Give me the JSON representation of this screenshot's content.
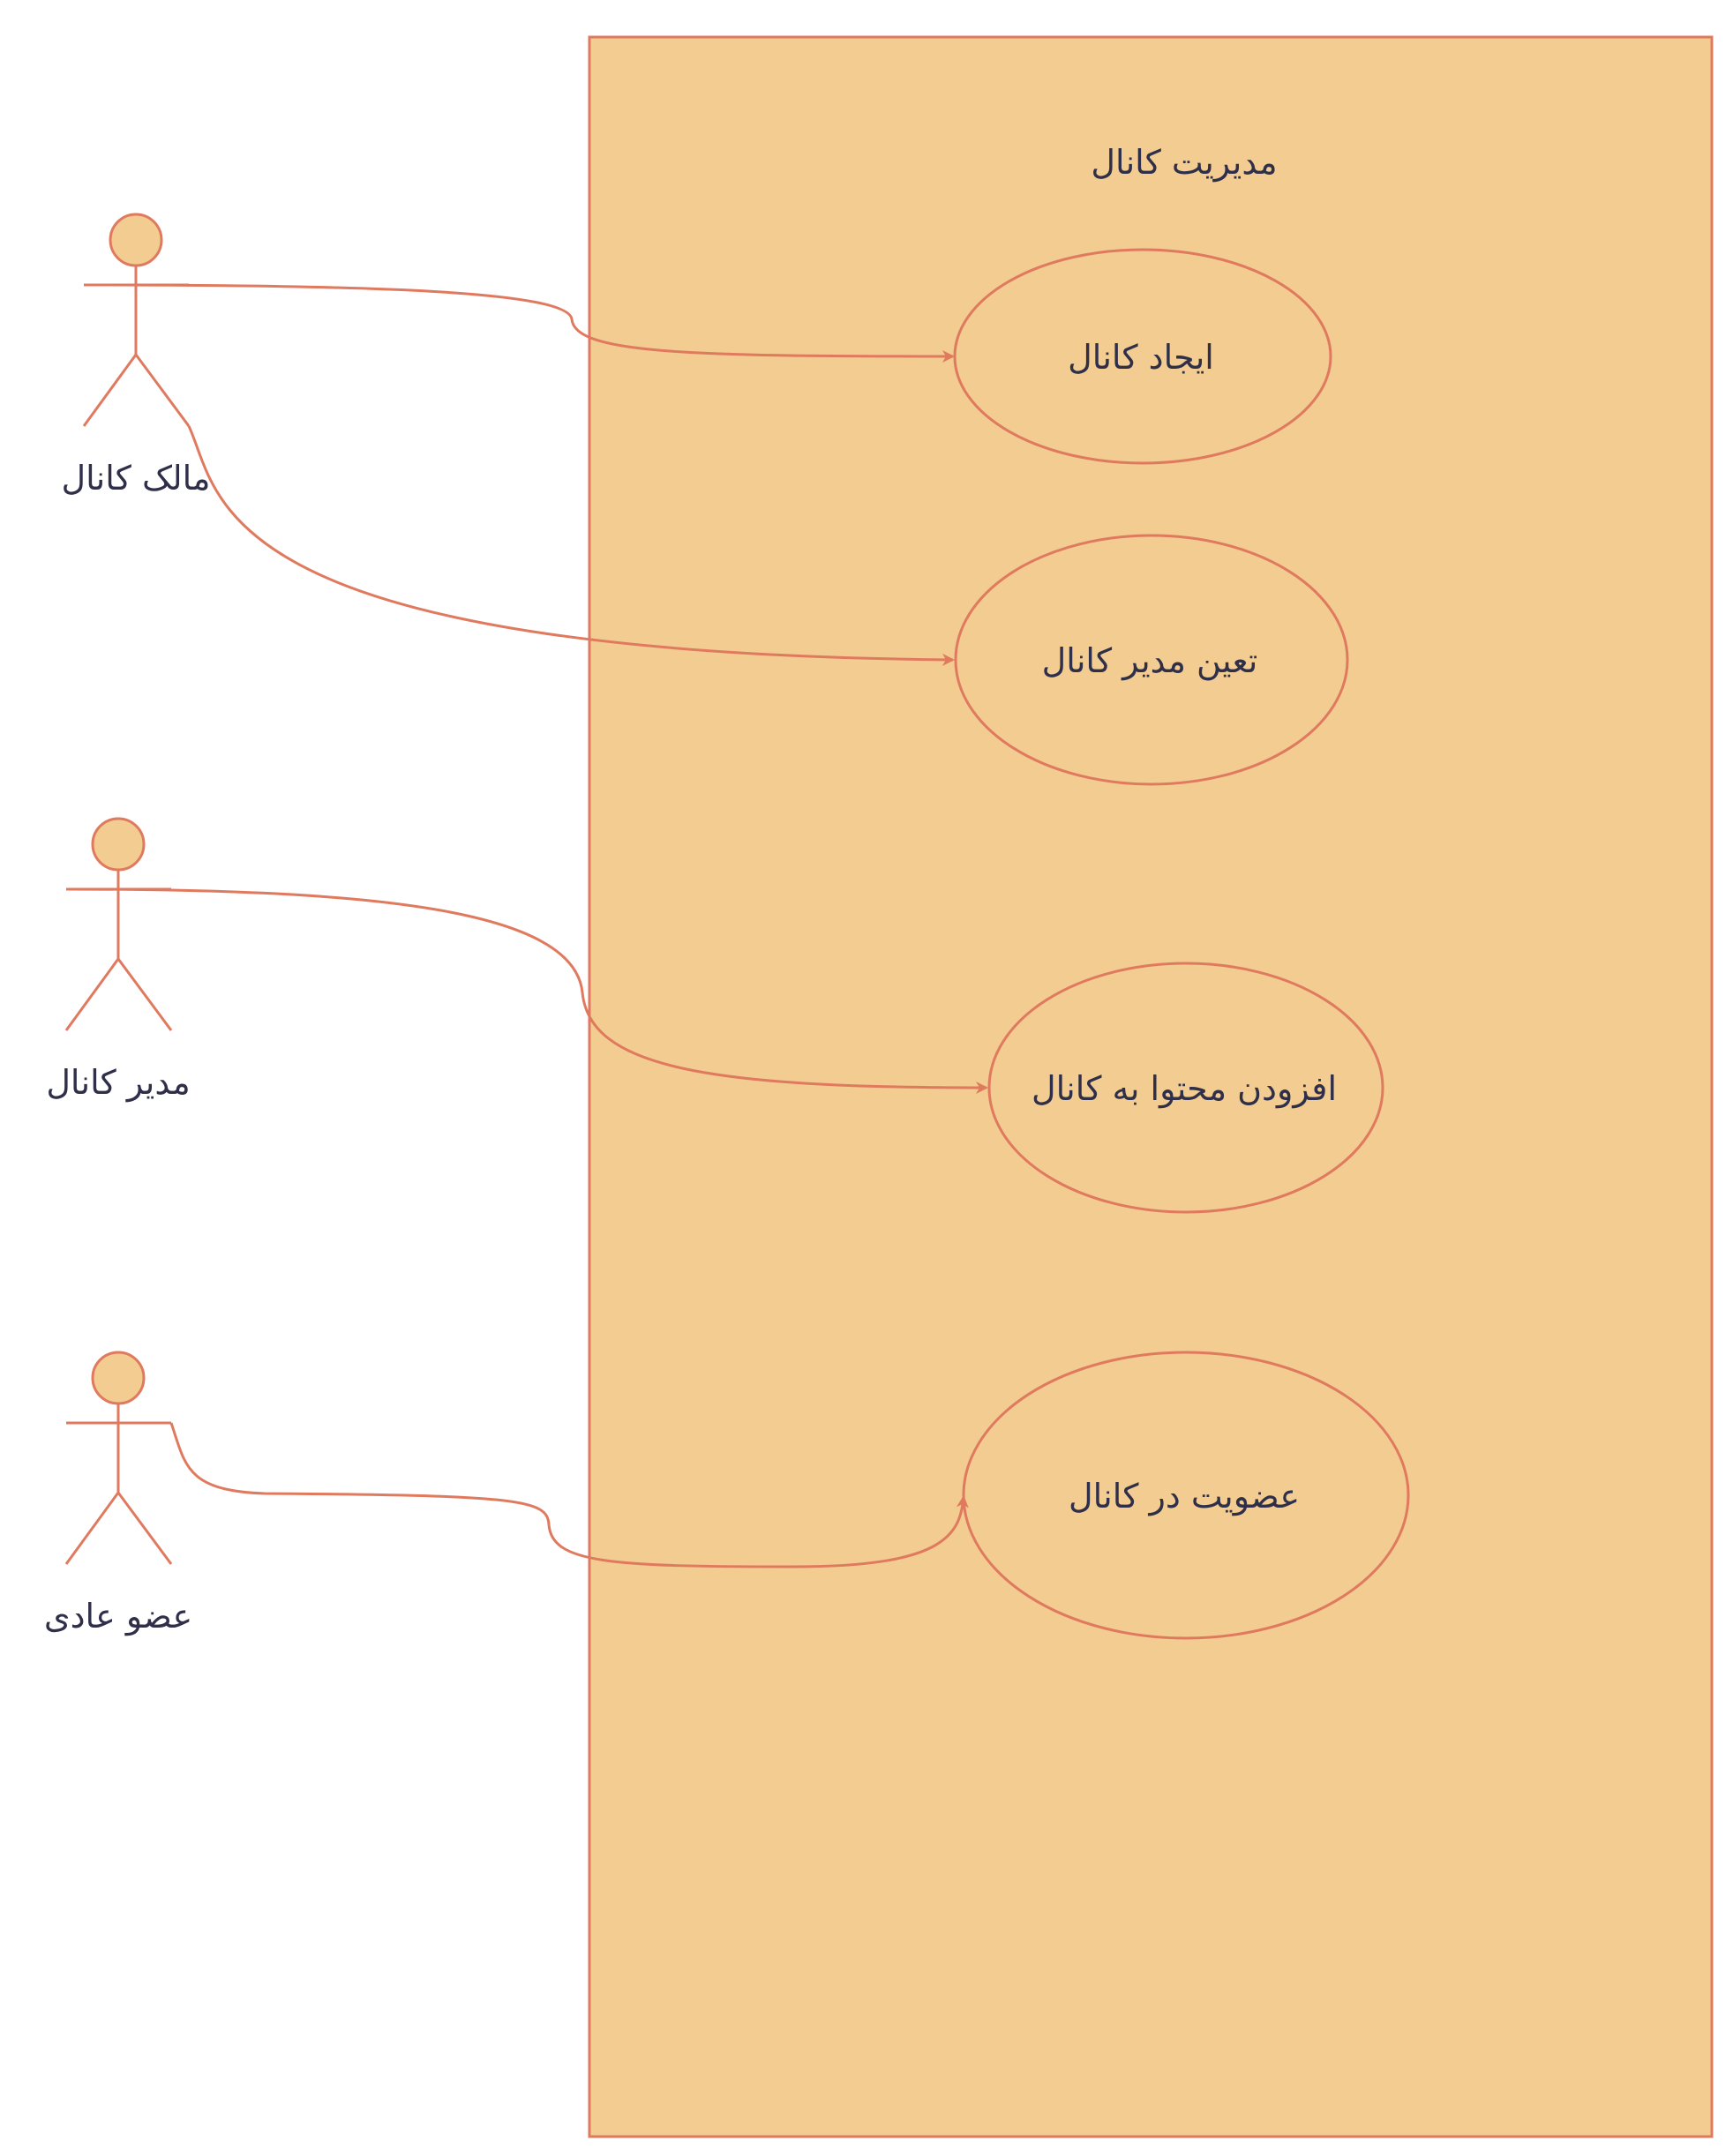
{
  "colors": {
    "background": "#ffffff",
    "fill": "#f2cc90",
    "stroke": "#e07a5f",
    "text": "#2f2f4a"
  },
  "system": {
    "title": "مدیریت کانال"
  },
  "use_cases": [
    {
      "id": "create",
      "label": "ایجاد کانال"
    },
    {
      "id": "assign",
      "label": "تعین مدیر کانال"
    },
    {
      "id": "add_content",
      "label": "افزودن محتوا به کانال"
    },
    {
      "id": "join",
      "label": "عضویت در کانال"
    }
  ],
  "actors": [
    {
      "id": "owner",
      "label": "مالک کانال",
      "icon": "stick-figure-icon"
    },
    {
      "id": "admin",
      "label": "مدیر کانال",
      "icon": "stick-figure-icon"
    },
    {
      "id": "member",
      "label": "عضو عادی",
      "icon": "stick-figure-icon"
    }
  ],
  "associations": [
    {
      "from": "owner",
      "to": "create"
    },
    {
      "from": "owner",
      "to": "assign"
    },
    {
      "from": "admin",
      "to": "add_content"
    },
    {
      "from": "member",
      "to": "join"
    }
  ]
}
